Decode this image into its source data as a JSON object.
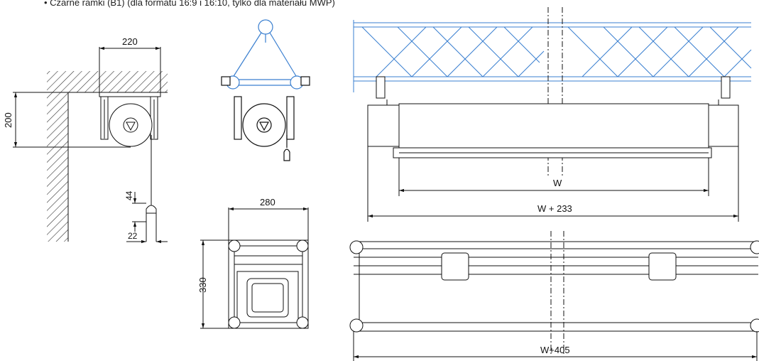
{
  "header_note": "• Czarne ramki (B1) (dla formatu 16:9 i 16:10, tylko dla materiału MWP)",
  "dimensions": {
    "wall_width": "220",
    "wall_height": "200",
    "pull_height": "44",
    "pull_width": "22",
    "end_width": "280",
    "end_height": "330",
    "screen_width": "W",
    "case_width": "W + 233",
    "truss_width": "W+405"
  },
  "colors": {
    "line": "#111111",
    "truss": "#3a7fd0",
    "hatch": "#333333",
    "fill": "#ffffff"
  }
}
